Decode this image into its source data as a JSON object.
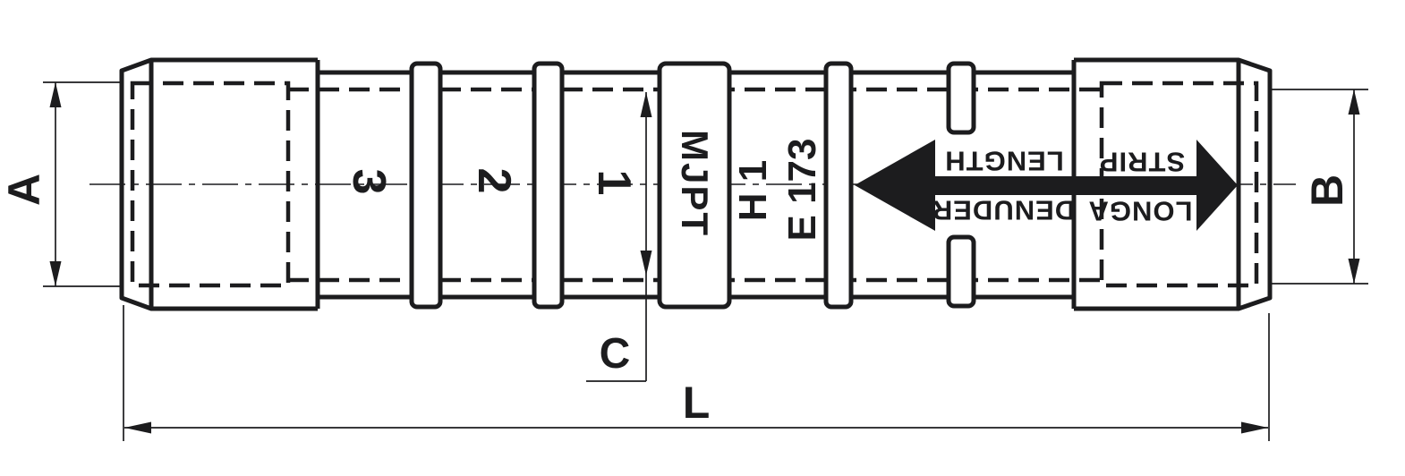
{
  "drawing": {
    "dimension_labels": {
      "a": "A",
      "b": "B",
      "c": "C",
      "l": "L"
    },
    "barrel_markings": {
      "zone_3": "3",
      "zone_2": "2",
      "zone_1": "1",
      "product_code": "MJPT",
      "die_mark": "H 1",
      "cert_mark": "E 173"
    },
    "strip_length_arrow": {
      "phrase_primary": "STRIP LENGTH",
      "phrase_secondary": "LONGA DENUDER",
      "display_top_left": "LENGTH",
      "display_top_right": "STRIP",
      "display_bottom_left": "DENUDER",
      "display_bottom_right": "LONGA"
    },
    "colors": {
      "ink": "#1c1c1e",
      "paper": "#ffffff"
    }
  }
}
